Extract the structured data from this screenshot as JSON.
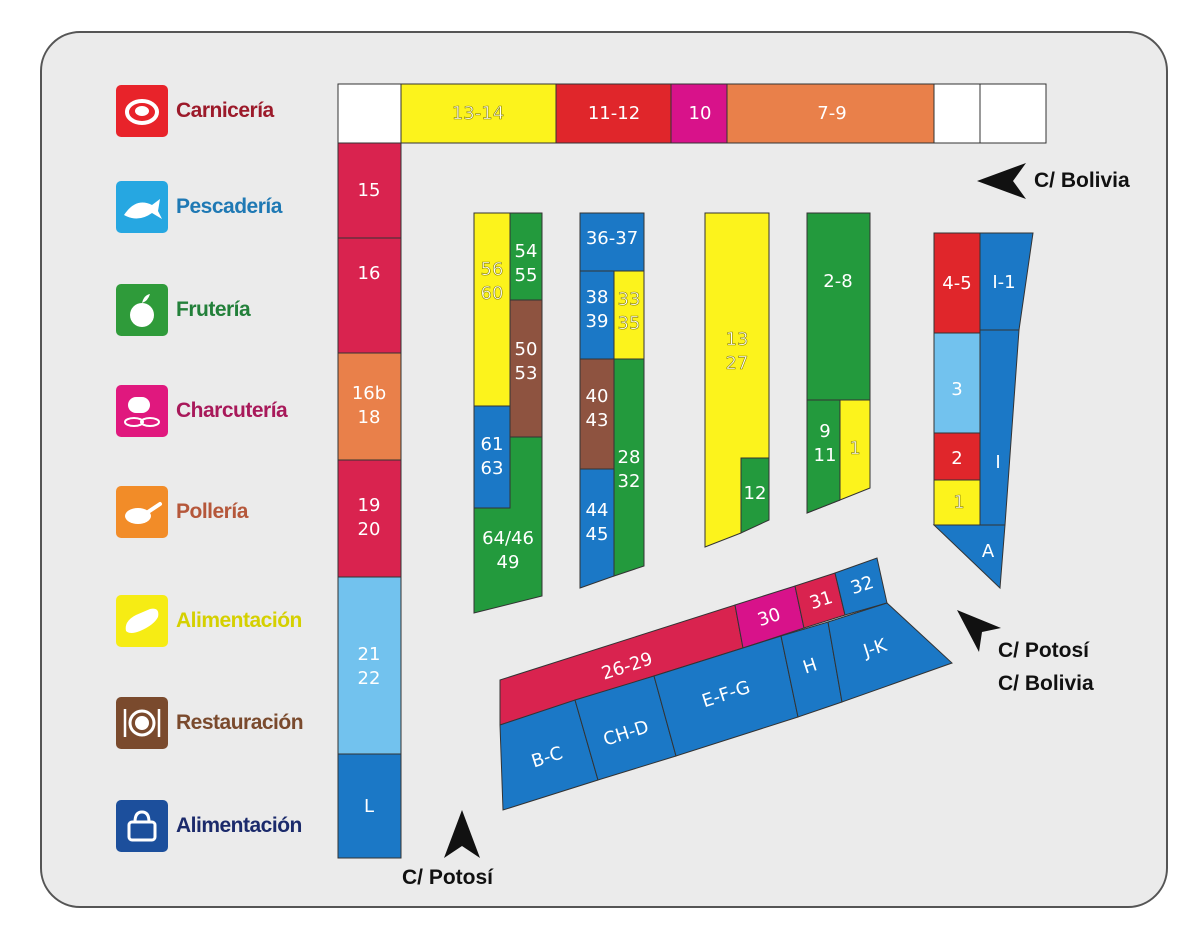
{
  "legend": [
    {
      "label": "Carnicería",
      "color": "#e8232a",
      "text_color": "#9c1a2a",
      "icon": "meat-icon"
    },
    {
      "label": "Pescadería",
      "color": "#26a7e1",
      "text_color": "#1f79b4",
      "icon": "fish-icon"
    },
    {
      "label": "Frutería",
      "color": "#2f9b3a",
      "text_color": "#23803a",
      "icon": "apple-icon"
    },
    {
      "label": "Charcutería",
      "color": "#e0187e",
      "text_color": "#a8195a",
      "icon": "sausage-icon"
    },
    {
      "label": "Pollería",
      "color": "#f28c28",
      "text_color": "#b5573a",
      "icon": "roast-chicken-icon"
    },
    {
      "label": "Alimentación",
      "color": "#f6ec14",
      "text_color": "#d5d000",
      "icon": "bread-icon"
    },
    {
      "label": "Restauración",
      "color": "#7a4a2d",
      "text_color": "#7a4a2d",
      "icon": "plate-cutlery-icon"
    },
    {
      "label": "Alimentación",
      "color": "#1c4f9c",
      "text_color": "#1b2a6b",
      "icon": "shopping-bag-icon"
    }
  ],
  "colors": {
    "red": "#e0262b",
    "crimson": "#d9234f",
    "orange": "#e9804a",
    "magenta": "#d8128a",
    "yellow": "#fcf31c",
    "green": "#239a3d",
    "brown": "#8e5340",
    "blue": "#1b78c6",
    "lightblue": "#72c2ee",
    "white": "#ffffff"
  },
  "stalls": [
    {
      "id": "top-blank-1",
      "lines": [],
      "color": "white"
    },
    {
      "id": "13-14",
      "lines": [
        "13-14"
      ],
      "color": "yellow"
    },
    {
      "id": "11-12",
      "lines": [
        "11-12"
      ],
      "color": "red"
    },
    {
      "id": "10",
      "lines": [
        "10"
      ],
      "color": "magenta"
    },
    {
      "id": "7-9",
      "lines": [
        "7-9"
      ],
      "color": "orange"
    },
    {
      "id": "top-blank-2",
      "lines": [],
      "color": "white"
    },
    {
      "id": "top-blank-3",
      "lines": [],
      "color": "white"
    },
    {
      "id": "15",
      "lines": [
        "15"
      ],
      "color": "crimson"
    },
    {
      "id": "16",
      "lines": [
        "16"
      ],
      "color": "crimson"
    },
    {
      "id": "16b-18",
      "lines": [
        "16b",
        "18"
      ],
      "color": "orange"
    },
    {
      "id": "19-20",
      "lines": [
        "19",
        "20"
      ],
      "color": "crimson"
    },
    {
      "id": "21-22",
      "lines": [
        "21",
        "22"
      ],
      "color": "lightblue"
    },
    {
      "id": "L",
      "lines": [
        "L"
      ],
      "color": "blue"
    },
    {
      "id": "56-60",
      "lines": [
        "56",
        "60"
      ],
      "color": "yellow"
    },
    {
      "id": "54-55",
      "lines": [
        "54",
        "55"
      ],
      "color": "green"
    },
    {
      "id": "50-53",
      "lines": [
        "50",
        "53"
      ],
      "color": "brown"
    },
    {
      "id": "61-63",
      "lines": [
        "61",
        "63"
      ],
      "color": "blue"
    },
    {
      "id": "64-46-49",
      "lines": [
        "64/46",
        "49"
      ],
      "color": "green"
    },
    {
      "id": "36-37",
      "lines": [
        "36-37"
      ],
      "color": "blue"
    },
    {
      "id": "38-39",
      "lines": [
        "38",
        "39"
      ],
      "color": "blue"
    },
    {
      "id": "33-35",
      "lines": [
        "33",
        "35"
      ],
      "color": "yellow"
    },
    {
      "id": "40-43",
      "lines": [
        "40",
        "43"
      ],
      "color": "brown"
    },
    {
      "id": "28-32",
      "lines": [
        "28",
        "32"
      ],
      "color": "green"
    },
    {
      "id": "44-45",
      "lines": [
        "44",
        "45"
      ],
      "color": "blue"
    },
    {
      "id": "13-27",
      "lines": [
        "13",
        "27"
      ],
      "color": "yellow"
    },
    {
      "id": "12",
      "lines": [
        "12"
      ],
      "color": "green"
    },
    {
      "id": "2-8",
      "lines": [
        "2-8"
      ],
      "color": "green"
    },
    {
      "id": "9-11",
      "lines": [
        "9",
        "11"
      ],
      "color": "green"
    },
    {
      "id": "1-small",
      "lines": [
        "1"
      ],
      "color": "yellow"
    },
    {
      "id": "4-5",
      "lines": [
        "4-5"
      ],
      "color": "red"
    },
    {
      "id": "3",
      "lines": [
        "3"
      ],
      "color": "lightblue"
    },
    {
      "id": "2",
      "lines": [
        "2"
      ],
      "color": "red"
    },
    {
      "id": "1",
      "lines": [
        "1"
      ],
      "color": "yellow"
    },
    {
      "id": "I-1",
      "lines": [
        "I-1"
      ],
      "color": "blue"
    },
    {
      "id": "I",
      "lines": [
        "I"
      ],
      "color": "blue"
    },
    {
      "id": "A",
      "lines": [
        "A"
      ],
      "color": "blue"
    },
    {
      "id": "26-29",
      "lines": [
        "26-29"
      ],
      "color": "crimson"
    },
    {
      "id": "30",
      "lines": [
        "30"
      ],
      "color": "magenta"
    },
    {
      "id": "31",
      "lines": [
        "31"
      ],
      "color": "crimson"
    },
    {
      "id": "32",
      "lines": [
        "32"
      ],
      "color": "blue"
    },
    {
      "id": "B-C",
      "lines": [
        "B-C"
      ],
      "color": "blue"
    },
    {
      "id": "CH-D",
      "lines": [
        "CH-D"
      ],
      "color": "blue"
    },
    {
      "id": "E-F-G",
      "lines": [
        "E-F-G"
      ],
      "color": "blue"
    },
    {
      "id": "H",
      "lines": [
        "H"
      ],
      "color": "blue"
    },
    {
      "id": "J-K",
      "lines": [
        "J-K"
      ],
      "color": "blue"
    }
  ],
  "streets": {
    "bolivia_top": "C/ Bolivia",
    "potosi_right": "C/ Potosí",
    "bolivia_right": "C/ Bolivia",
    "potosi_bottom": "C/ Potosí"
  }
}
